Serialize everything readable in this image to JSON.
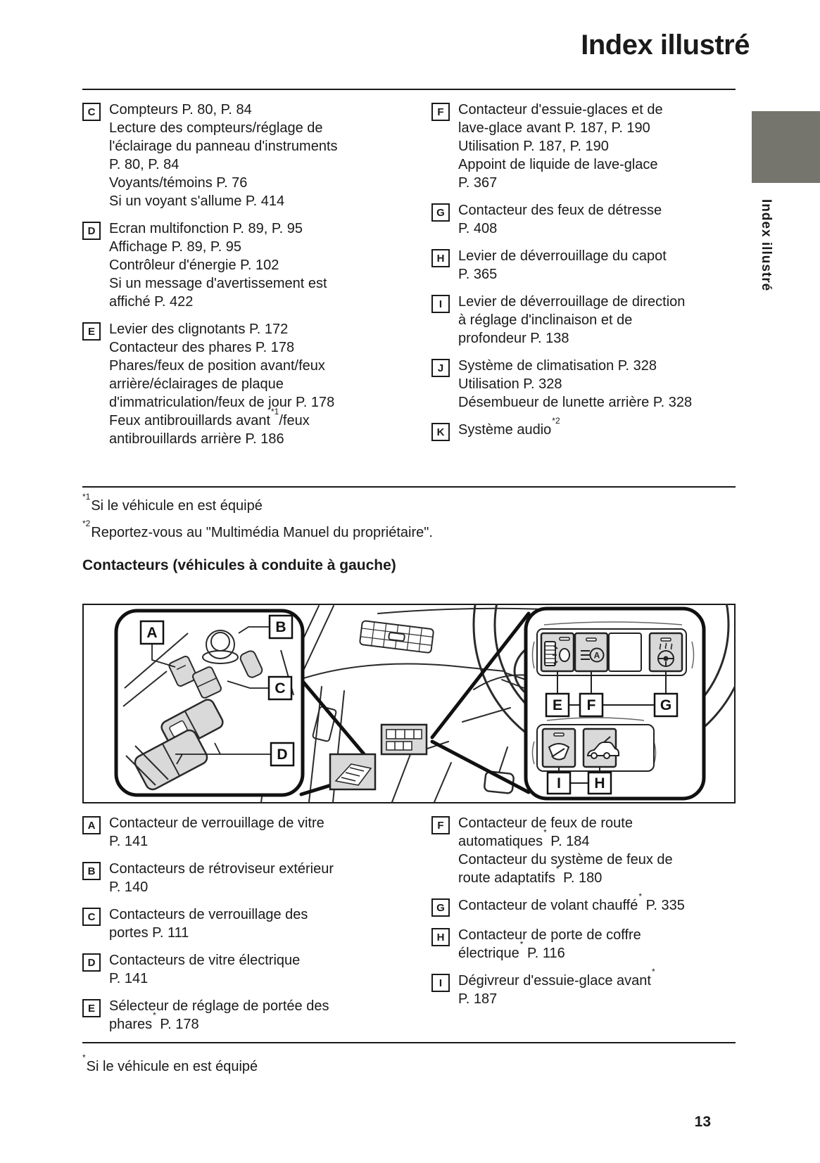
{
  "page": {
    "title": "Index illustré",
    "sidebar_label": "Index illustré",
    "section_heading": "Contacteurs (véhicules à conduite à gauche)",
    "page_number": "13",
    "footnotes_top": [
      {
        "sup": "*1",
        "text": "Si le véhicule en est équipé"
      },
      {
        "sup": "*2",
        "text": "Reportez-vous au \"Multimédia Manuel du propriétaire\"."
      }
    ],
    "footnote_bottom": {
      "sup": "*",
      "text": "Si le véhicule en est équipé"
    }
  },
  "colors": {
    "ink": "#1a1a1a",
    "section_tab_gray": "#75756d",
    "diagram_button_gray": "#d9d9d9"
  },
  "index_top": {
    "left": [
      {
        "key": "C",
        "lines": [
          [
            "Compteurs P. 80, P. 84"
          ],
          [
            "Lecture des compteurs/réglage de"
          ],
          [
            "l'éclairage du panneau d'instruments"
          ],
          [
            "P. 80, P. 84"
          ],
          [
            "Voyants/témoins P. 76"
          ],
          [
            "Si un voyant s'allume P. 414"
          ]
        ]
      },
      {
        "key": "D",
        "lines": [
          [
            "Ecran multifonction P. 89, P. 95"
          ],
          [
            "Affichage P. 89, P. 95"
          ],
          [
            "Contrôleur d'énergie P. 102"
          ],
          [
            "Si un message d'avertissement est"
          ],
          [
            "affiché P. 422"
          ]
        ]
      },
      {
        "key": "E",
        "lines": [
          [
            "Levier des clignotants P. 172"
          ],
          [
            "Contacteur des phares P. 178"
          ],
          [
            "Phares/feux de position avant/feux"
          ],
          [
            "arrière/éclairages de plaque"
          ],
          [
            "d'immatriculation/feux de jour P. 178"
          ],
          [
            "Feux antibrouillards avant",
            {
              "sup": "*1"
            },
            "/feux"
          ],
          [
            "antibrouillards arrière P. 186"
          ]
        ]
      }
    ],
    "right": [
      {
        "key": "F",
        "lines": [
          [
            "Contacteur d'essuie-glaces et de"
          ],
          [
            "lave-glace avant P. 187, P. 190"
          ],
          [
            "Utilisation P. 187, P. 190"
          ],
          [
            "Appoint de liquide de lave-glace"
          ],
          [
            "P. 367"
          ]
        ]
      },
      {
        "key": "G",
        "lines": [
          [
            "Contacteur des feux de détresse"
          ],
          [
            "P. 408"
          ]
        ]
      },
      {
        "key": "H",
        "lines": [
          [
            "Levier de déverrouillage du capot"
          ],
          [
            "P. 365"
          ]
        ]
      },
      {
        "key": "I",
        "lines": [
          [
            "Levier de déverrouillage de direction"
          ],
          [
            "à réglage d'inclinaison et de"
          ],
          [
            "profondeur P. 138"
          ]
        ]
      },
      {
        "key": "J",
        "lines": [
          [
            "Système de climatisation P. 328"
          ],
          [
            "Utilisation P. 328"
          ],
          [
            "Désembueur de lunette arrière P. 328"
          ]
        ]
      },
      {
        "key": "K",
        "lines": [
          [
            "Système audio",
            {
              "sup": "*2"
            }
          ]
        ]
      }
    ]
  },
  "index_bottom": {
    "left": [
      {
        "key": "A",
        "lines": [
          [
            "Contacteur de verrouillage de vitre"
          ],
          [
            "P. 141"
          ]
        ]
      },
      {
        "key": "B",
        "lines": [
          [
            "Contacteurs de rétroviseur extérieur"
          ],
          [
            "P. 140"
          ]
        ]
      },
      {
        "key": "C",
        "lines": [
          [
            "Contacteurs de verrouillage des"
          ],
          [
            "portes P. 111"
          ]
        ]
      },
      {
        "key": "D",
        "lines": [
          [
            "Contacteurs de vitre électrique"
          ],
          [
            "P. 141"
          ]
        ]
      },
      {
        "key": "E",
        "lines": [
          [
            "Sélecteur de réglage de portée des"
          ],
          [
            "phares",
            {
              "sup": "*"
            },
            " P. 178"
          ]
        ]
      }
    ],
    "right": [
      {
        "key": "F",
        "lines": [
          [
            "Contacteur de feux de route"
          ],
          [
            "automatiques",
            {
              "sup": "*"
            },
            " P. 184"
          ],
          [
            "Contacteur du système de feux de"
          ],
          [
            "route adaptatifs",
            {
              "sup": "*"
            },
            " P. 180"
          ]
        ]
      },
      {
        "key": "G",
        "lines": [
          [
            "Contacteur de volant chauffé",
            {
              "sup": "*"
            },
            " P. 335"
          ]
        ]
      },
      {
        "key": "H",
        "lines": [
          [
            "Contacteur de porte de coffre"
          ],
          [
            "électrique",
            {
              "sup": "*"
            },
            " P. 116"
          ]
        ]
      },
      {
        "key": "I",
        "lines": [
          [
            "Dégivreur d'essuie-glace avant",
            {
              "sup": "*"
            }
          ],
          [
            "P. 187"
          ]
        ]
      }
    ]
  },
  "diagram": {
    "callouts": {
      "A": "A",
      "B": "B",
      "C": "C",
      "D": "D",
      "E": "E",
      "F": "F",
      "G": "G",
      "H": "H",
      "I": "I"
    },
    "auto_letter": "A",
    "icons": {
      "E": "headlight-leveling-dial-icon",
      "F": "auto-high-beam-icon",
      "G": "heated-steering-wheel-icon",
      "H": "power-back-door-icon",
      "I": "windshield-defogger-icon"
    }
  }
}
